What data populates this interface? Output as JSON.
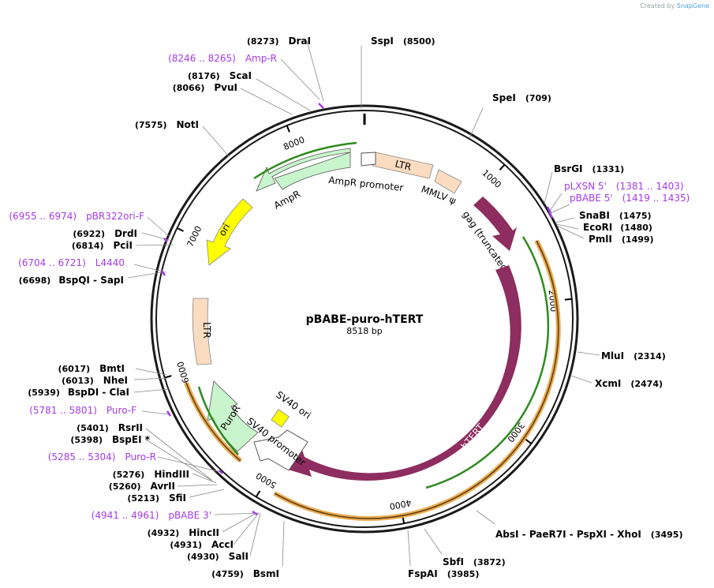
{
  "credit": {
    "prefix": "Created by",
    "brand": "SnapGene"
  },
  "plasmid": {
    "name": "pBABE-puro-hTERT",
    "size_label": "8518 bp",
    "length": 8518
  },
  "colors": {
    "hTERT": "#8e2d5f",
    "ori": "#ffff00",
    "LTR": "#fbdcc0",
    "AmpR": "#c9f5cc",
    "PuroR": "#c9f5cc",
    "SV40_ori": "#ffff00",
    "primer": "#a43be6",
    "orf_green": "#2e8b1e",
    "orf_orange": "#e8a23d"
  },
  "ticks": [
    "1000",
    "2000",
    "3000",
    "4000",
    "5000",
    "6000",
    "7000",
    "8000"
  ],
  "features": [
    {
      "id": "ltr1",
      "label": "LTR",
      "type": "box"
    },
    {
      "id": "mmlv",
      "label": "MMLV ψ",
      "type": "box"
    },
    {
      "id": "gag",
      "label": "gag (truncated)",
      "type": "arrow"
    },
    {
      "id": "htert",
      "label": "hTERT",
      "type": "arrow"
    },
    {
      "id": "sv40prom",
      "label": "SV40 promoter",
      "type": "arrow"
    },
    {
      "id": "sv40ori",
      "label": "SV40 ori",
      "type": "box"
    },
    {
      "id": "puror",
      "label": "PuroR",
      "type": "arrow"
    },
    {
      "id": "ltr2",
      "label": "LTR",
      "type": "box"
    },
    {
      "id": "ori",
      "label": "ori",
      "type": "arrow"
    },
    {
      "id": "ampr",
      "label": "AmpR",
      "type": "arrow"
    },
    {
      "id": "amprprom",
      "label": "AmpR promoter",
      "type": "arrow"
    }
  ],
  "sites_right": [
    {
      "name": "SspI",
      "pos": "(8500)"
    },
    {
      "name": "SpeI",
      "pos": "(709)"
    },
    {
      "name": "BsrGI",
      "pos": "(1331)"
    },
    {
      "name": "pLXSN 5'",
      "pos": "(1381 .. 1403)",
      "primer": true
    },
    {
      "name": "pBABE 5'",
      "pos": "(1419 .. 1435)",
      "primer": true
    },
    {
      "name": "SnaBI",
      "pos": "(1475)"
    },
    {
      "name": "EcoRI",
      "pos": "(1480)"
    },
    {
      "name": "PmlI",
      "pos": "(1499)"
    },
    {
      "name": "MluI",
      "pos": "(2314)"
    },
    {
      "name": "XcmI",
      "pos": "(2474)"
    },
    {
      "name": "AbsI - PaeR7I - PspXI - XhoI",
      "pos": "(3495)"
    },
    {
      "name": "SbfI",
      "pos": "(3872)"
    },
    {
      "name": "FspAI",
      "pos": "(3985)"
    }
  ],
  "sites_left": [
    {
      "name": "DraI",
      "pos": "(8273)"
    },
    {
      "name": "Amp-R",
      "pos": "(8246 .. 8265)",
      "primer": true
    },
    {
      "name": "ScaI",
      "pos": "(8176)"
    },
    {
      "name": "PvuI",
      "pos": "(8066)"
    },
    {
      "name": "NotI",
      "pos": "(7575)"
    },
    {
      "name": "pBR322ori-F",
      "pos": "(6955 .. 6974)",
      "primer": true
    },
    {
      "name": "DrdI",
      "pos": "(6922)"
    },
    {
      "name": "PciI",
      "pos": "(6814)"
    },
    {
      "name": "L4440",
      "pos": "(6704 .. 6721)",
      "primer": true
    },
    {
      "name": "BspQI - SapI",
      "pos": "(6698)"
    },
    {
      "name": "BmtI",
      "pos": "(6017)"
    },
    {
      "name": "NheI",
      "pos": "(6013)"
    },
    {
      "name": "BspDI - ClaI",
      "pos": "(5939)"
    },
    {
      "name": "Puro-F",
      "pos": "(5781 .. 5801)",
      "primer": true
    },
    {
      "name": "RsrII",
      "pos": "(5401)"
    },
    {
      "name": "BspEI *",
      "pos": "(5398)"
    },
    {
      "name": "Puro-R",
      "pos": "(5285 .. 5304)",
      "primer": true
    },
    {
      "name": "HindIII",
      "pos": "(5276)"
    },
    {
      "name": "AvrII",
      "pos": "(5260)"
    },
    {
      "name": "SfiI",
      "pos": "(5213)"
    },
    {
      "name": "pBABE 3'",
      "pos": "(4941 .. 4961)",
      "primer": true
    },
    {
      "name": "HincII",
      "pos": "(4932)"
    },
    {
      "name": "AccI",
      "pos": "(4931)"
    },
    {
      "name": "SalI",
      "pos": "(4930)"
    },
    {
      "name": "BsmI",
      "pos": "(4759)"
    }
  ]
}
